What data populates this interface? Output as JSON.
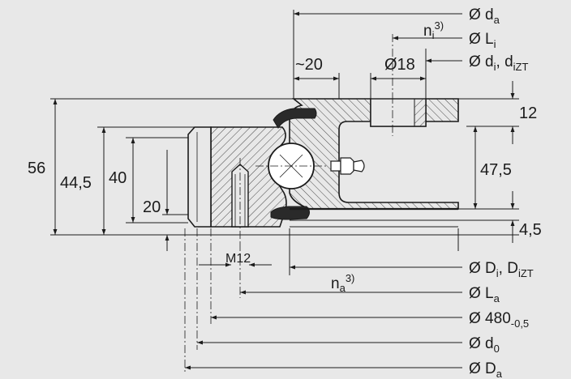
{
  "right_labels": [
    {
      "sym": "Ø d",
      "sub": "a",
      "extra": "",
      "extra_sub": ""
    },
    {
      "sym": "Ø L",
      "sub": "i",
      "extra": "",
      "extra_sub": ""
    },
    {
      "sym": "Ø d",
      "sub": "i",
      "extra": ", d",
      "extra_sub": "iZT"
    }
  ],
  "bottom_labels": [
    {
      "sym": "Ø D",
      "sub": "i",
      "extra": ", D",
      "extra_sub": "iZT"
    },
    {
      "sym": "Ø L",
      "sub": "a",
      "extra": "",
      "extra_sub": ""
    },
    {
      "sym": "Ø 480",
      "sub": "-0,5",
      "extra": "",
      "extra_sub": ""
    },
    {
      "sym": "Ø d",
      "sub": "0",
      "extra": "",
      "extra_sub": ""
    },
    {
      "sym": "Ø D",
      "sub": "a",
      "extra": "",
      "extra_sub": ""
    }
  ],
  "n_i": {
    "text": "n",
    "sub": "i",
    "sup": "3)"
  },
  "n_a": {
    "text": "n",
    "sub": "a",
    "sup": "3)"
  },
  "dims": {
    "approx_20": "~20",
    "hole_dia": "Ø18",
    "h56": "56",
    "h44_5": "44,5",
    "h40": "40",
    "h20": "20",
    "h12": "12",
    "h47_5": "47,5",
    "h4_5": "4,5",
    "thread": "M12"
  }
}
